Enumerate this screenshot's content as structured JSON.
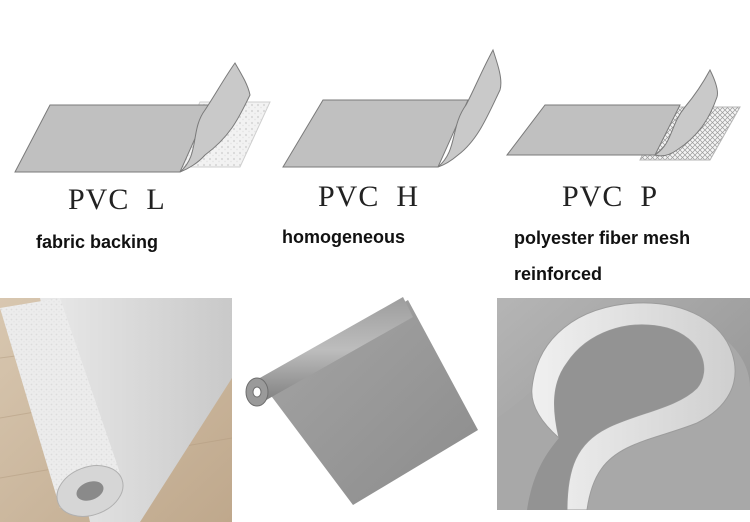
{
  "types": [
    {
      "code": "PVC  L",
      "description": "fabric backing"
    },
    {
      "code": "PVC  H",
      "description": "homogeneous"
    },
    {
      "code": "PVC  P",
      "description": "polyester fiber mesh",
      "description_line2": "reinforced"
    }
  ],
  "colors": {
    "membrane_grey": "#bdbdbd",
    "membrane_edge": "#7d7d7d",
    "backing_white": "#f4f4f4",
    "label_text": "#111111"
  }
}
